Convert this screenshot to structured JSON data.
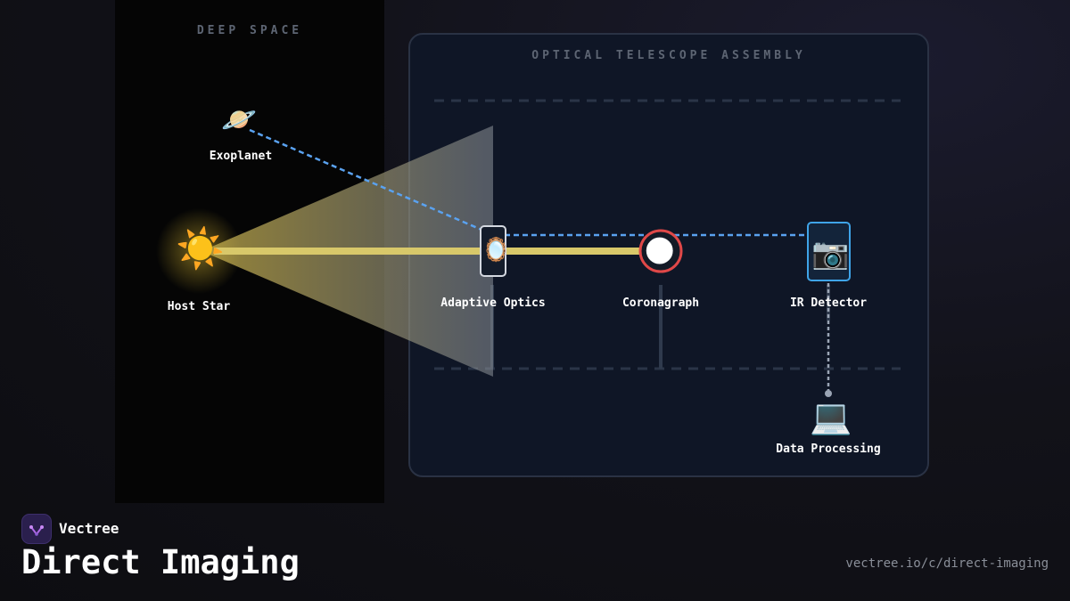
{
  "regions": {
    "deep_space": "DEEP SPACE",
    "assembly": "OPTICAL TELESCOPE ASSEMBLY"
  },
  "nodes": {
    "exoplanet": {
      "label": "Exoplanet",
      "icon": "ringed-planet-icon"
    },
    "host_star": {
      "label": "Host Star",
      "icon": "sun-icon"
    },
    "adaptive_optics": {
      "label": "Adaptive Optics",
      "icon": "mirror-icon"
    },
    "coronagraph": {
      "label": "Coronagraph",
      "icon": "new-moon-icon"
    },
    "ir_detector": {
      "label": "IR Detector",
      "icon": "camera-icon"
    },
    "data_processing": {
      "label": "Data Processing",
      "icon": "laptop-icon"
    }
  },
  "colors": {
    "starlight": "#d8c86a",
    "planet_light": "#5aa2f0",
    "coronagraph_ring": "#e04848",
    "detector_border": "#3fa4e8"
  },
  "footer": {
    "brand": "Vectree",
    "title": "Direct Imaging",
    "url": "vectree.io/c/direct-imaging"
  }
}
